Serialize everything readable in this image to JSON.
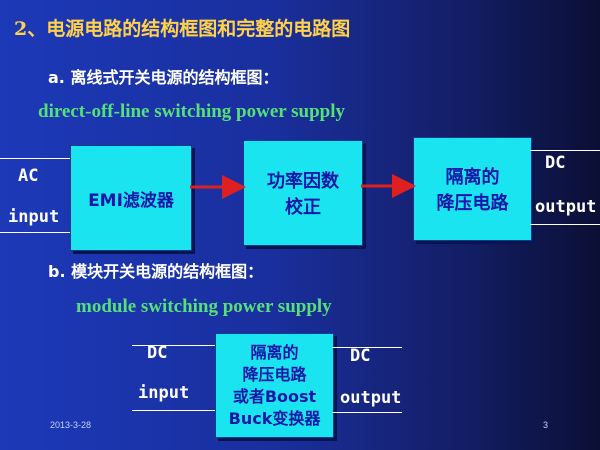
{
  "title": "2、电源电路的结构框图和完整的电路图",
  "section_a": {
    "heading": "a.  离线式开关电源的结构框图：",
    "english": "direct-off-line switching power supply",
    "input_label_1": "AC",
    "input_label_2": "input",
    "box1": "EMI滤波器",
    "box2_line1": "功率因数",
    "box2_line2": "校正",
    "box3_line1": "隔离的",
    "box3_line2": "降压电路",
    "output_label_1": "DC",
    "output_label_2": "output"
  },
  "section_b": {
    "heading": "b.  模块开关电源的结构框图：",
    "english": "module switching power supply",
    "input_label_1": "DC",
    "input_label_2": "input",
    "box_line1": "隔离的",
    "box_line2": "降压电路",
    "box_line3": "或者Boost",
    "box_line4": "Buck变换器",
    "output_label_1": "DC",
    "output_label_2": "output"
  },
  "footer": {
    "date": "2013-3-28",
    "page": "3"
  },
  "colors": {
    "title": "#ffd24a",
    "box_fill": "#19e4f0",
    "box_text": "#1418a8",
    "arrow": "#e02020",
    "green_text": "#55e07a"
  }
}
